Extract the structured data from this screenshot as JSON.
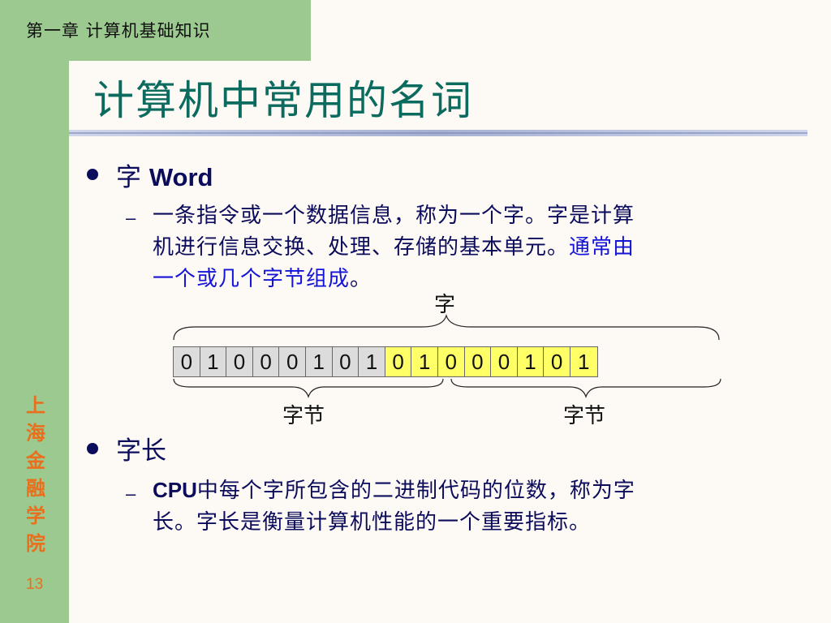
{
  "header": {
    "chapter": "第一章  计算机基础知识"
  },
  "slide_title": "计算机中常用的名词",
  "sidebar": {
    "school": [
      "上",
      "海",
      "金",
      "融",
      "学",
      "院"
    ],
    "page_number": "13"
  },
  "colors": {
    "sidebar": "#9bc98f",
    "title": "#0a6b5e",
    "text": "#0c0c5c",
    "highlight": "#1414d8",
    "accent": "#e96f1c",
    "byte1_fill": "#dcdcdc",
    "byte2_fill": "#ffff66"
  },
  "section1": {
    "heading_cn": "字",
    "heading_en": "Word",
    "dash": "–",
    "line1": "一条指令或一个数据信息，称为一个字。字是计算",
    "line2a": "机进行信息交换、处理、存储的基本单元。",
    "line2b": "通常由",
    "line3a": "一个或几个字节组成",
    "line3b": "。"
  },
  "diagram": {
    "word_label": "字",
    "byte_label_left": "字节",
    "byte_label_right": "字节",
    "byte1_bits": [
      "0",
      "1",
      "0",
      "0",
      "0",
      "1",
      "0",
      "1"
    ],
    "byte2_bits": [
      "0",
      "1",
      "0",
      "0",
      "0",
      "1",
      "0",
      "1"
    ]
  },
  "section2": {
    "heading": "字长",
    "dash": "–",
    "line1_en": "CPU",
    "line1": "中每个字所包含的二进制代码的位数，称为字",
    "line2": "长。字长是衡量计算机性能的一个重要指标。"
  }
}
